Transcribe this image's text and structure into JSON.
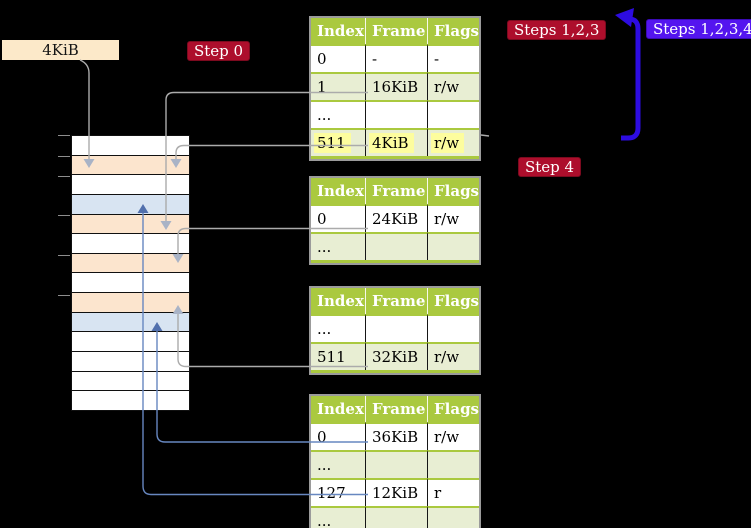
{
  "labels": {
    "frame_size_box": "4KiB",
    "step0_badge": "Step 0",
    "steps123_badge": "Steps 1,2,3",
    "steps1234_badge": "Steps 1,2,3,4",
    "step4_badge": "Step 4"
  },
  "colors": {
    "background": "#000000",
    "badge_red": "#ad0e2c",
    "badge_purple": "#5415ef",
    "loop_arrow_blue": "#2d0ce0",
    "table_header_green": "#aac93f",
    "table_row_green": "#e8eed3",
    "table_row_white": "#ffffff",
    "highlight_yellow": "#fdfd9e",
    "stripe_orange": "#fce5ce",
    "stripe_blue": "#d8e4f2",
    "frame_box_wheat": "#fce9c9",
    "connector_gray": "#ababab",
    "connector_blue": "#6787c0"
  },
  "memory_column": {
    "stripes": [
      "white",
      "orange",
      "white",
      "blue",
      "orange",
      "white",
      "orange",
      "white",
      "orange",
      "blue",
      "white",
      "white",
      "white",
      "white"
    ]
  },
  "tables": [
    {
      "name": "page-table-top",
      "headers": [
        "Index",
        "Frame",
        "Flags"
      ],
      "highlighted_row_index": 3,
      "rows": [
        [
          "0",
          "-",
          "-"
        ],
        [
          "1",
          "16KiB",
          "r/w"
        ],
        [
          "...",
          "",
          ""
        ],
        [
          "511",
          "4KiB",
          "r/w"
        ]
      ]
    },
    {
      "name": "page-table-second",
      "headers": [
        "Index",
        "Frame",
        "Flags"
      ],
      "rows": [
        [
          "0",
          "24KiB",
          "r/w"
        ],
        [
          "...",
          "",
          ""
        ]
      ]
    },
    {
      "name": "page-table-third",
      "headers": [
        "Index",
        "Frame",
        "Flags"
      ],
      "rows": [
        [
          "...",
          "",
          ""
        ],
        [
          "511",
          "32KiB",
          "r/w"
        ]
      ]
    },
    {
      "name": "page-table-bottom",
      "headers": [
        "Index",
        "Frame",
        "Flags"
      ],
      "rows": [
        [
          "0",
          "36KiB",
          "r/w"
        ],
        [
          "...",
          "",
          ""
        ],
        [
          "127",
          "12KiB",
          "r"
        ],
        [
          "...",
          "",
          ""
        ]
      ]
    }
  ]
}
